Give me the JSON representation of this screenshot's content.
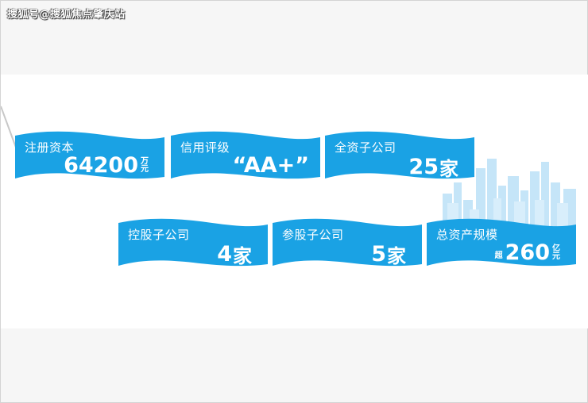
{
  "watermark": "搜狐号@搜狐焦点肇庆站",
  "colors": {
    "banner": "#1aa2e4",
    "skyline": "#a9d8f5"
  },
  "banners": [
    {
      "label": "注册资本",
      "number": "64200",
      "unit_top": "万",
      "unit_bottom": "元"
    },
    {
      "label": "信用评级",
      "number": "“AA+”"
    },
    {
      "label": "全资子公司",
      "number": "25",
      "suffix": "家"
    },
    {
      "label": "控股子公司",
      "number": "4",
      "suffix": "家"
    },
    {
      "label": "参股子公司",
      "number": "5",
      "suffix": "家"
    },
    {
      "label": "总资产规模",
      "prefix": "超",
      "number": "260",
      "unit_top": "亿",
      "unit_bottom": "元"
    }
  ]
}
